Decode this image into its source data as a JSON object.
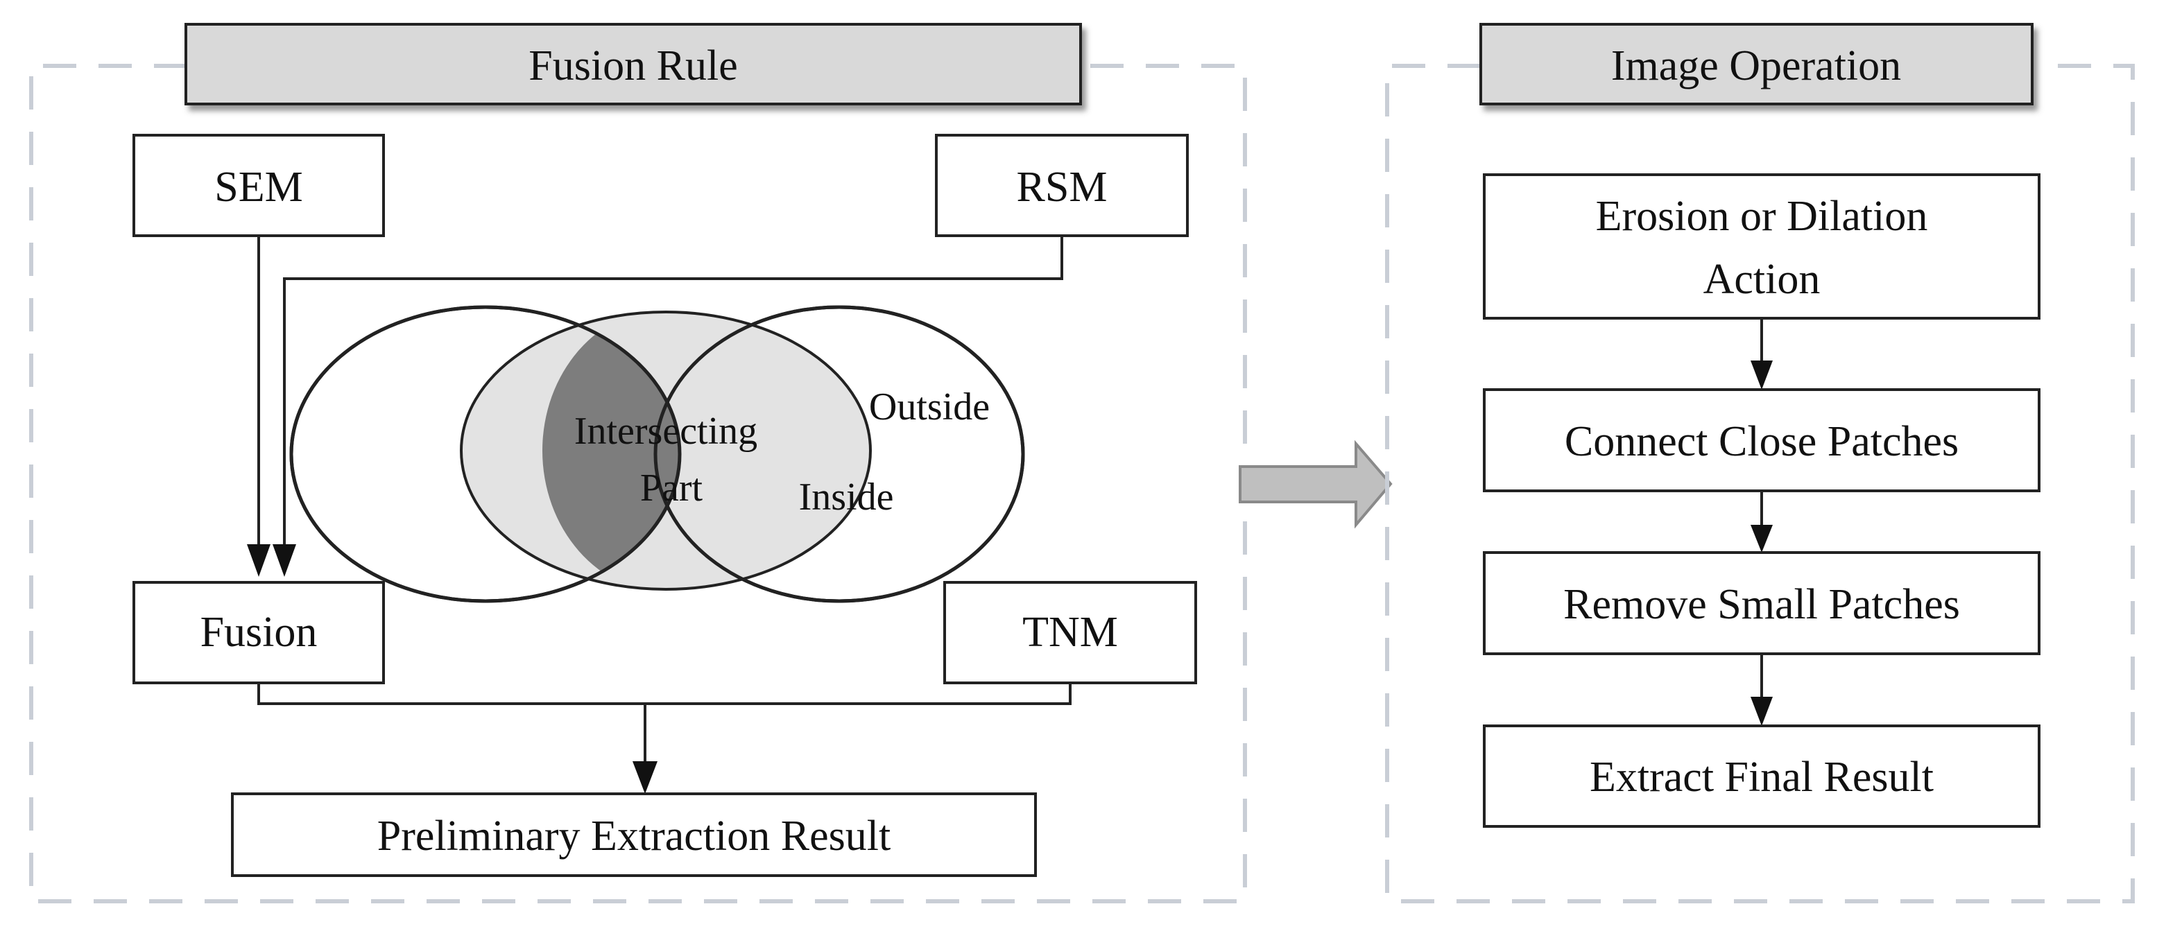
{
  "fusion_rule": {
    "title": "Fusion Rule",
    "inputs": {
      "sem": "SEM",
      "rsm": "RSM"
    },
    "venn": {
      "intersecting_line1": "Intersecting",
      "intersecting_line2": "Part",
      "inside": "Inside",
      "outside": "Outside"
    },
    "fusion": "Fusion",
    "tnm": "TNM",
    "result": "Preliminary Extraction Result"
  },
  "image_operation": {
    "title": "Image Operation",
    "steps": [
      {
        "line1": "Erosion or Dilation",
        "line2": "Action"
      },
      {
        "line1": "Connect Close Patches"
      },
      {
        "line1": "Remove Small Patches"
      },
      {
        "line1": "Extract Final Result"
      }
    ]
  },
  "colors": {
    "dashed_border": "#c9ced6",
    "title_fill": "#d9d9d9",
    "inner_ellipse_fill": "#e3e3e3",
    "intersection_fill": "#7d7d7d",
    "arrow_fill": "#bfbfbf"
  }
}
